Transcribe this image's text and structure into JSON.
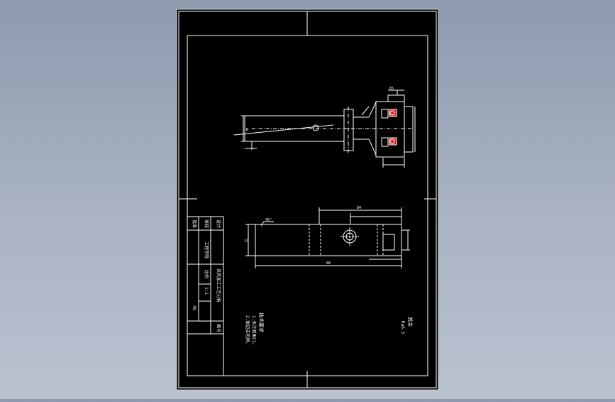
{
  "colors": {
    "background_top": "#8d9aae",
    "background_bottom": "#bac2cf",
    "sheet": "#000000",
    "line": "#ffffff",
    "highlight": "#e02020"
  },
  "title_block": {
    "row_labels": [
      "设计",
      "审核",
      "批准"
    ],
    "drawing_name": "夹具加工工艺分析",
    "school": "工程学院",
    "scale_label": "比例",
    "scale_value": "1:1",
    "sheet_label": "图号",
    "material": "45"
  },
  "notes": {
    "header": "技术要求",
    "line1": "1.未注倒角C1。",
    "line2": "2.锐边去毛刺。"
  },
  "roughness": {
    "label": "其余",
    "value": "Ra6.3"
  },
  "dimensions": {
    "top_left": "R",
    "top_right": "65",
    "mid_top": "84",
    "mid_bottom": "88",
    "mid_left": "12",
    "angle": "45°"
  }
}
